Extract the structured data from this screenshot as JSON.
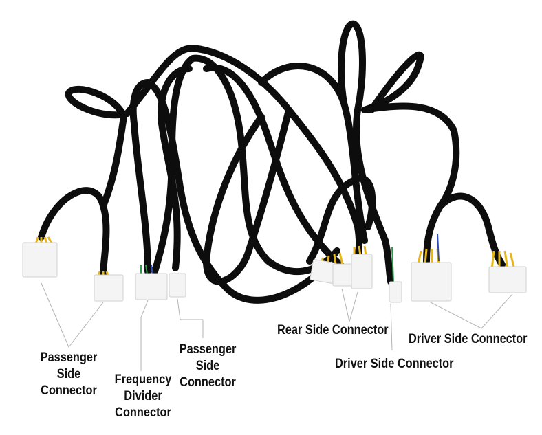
{
  "labels": {
    "passenger_side_left": [
      "Passenger",
      "Side",
      "Connector"
    ],
    "frequency_divider": [
      "Frequency",
      "Divider",
      "Connector"
    ],
    "passenger_side_mid": [
      "Passenger",
      "Side",
      "Connector"
    ],
    "rear_side": "Rear Side Connector",
    "driver_side_lower": "Driver Side Connector",
    "driver_side_right": "Driver Side Connector"
  },
  "colors": {
    "cable": "#0d0d0d",
    "plug_body": "#f4f4f4",
    "pin_yellow": "#e7b61a",
    "wire_green": "#2f9a4a",
    "wire_blue": "#2b4db5",
    "leader_line": "#b3b3b3"
  }
}
